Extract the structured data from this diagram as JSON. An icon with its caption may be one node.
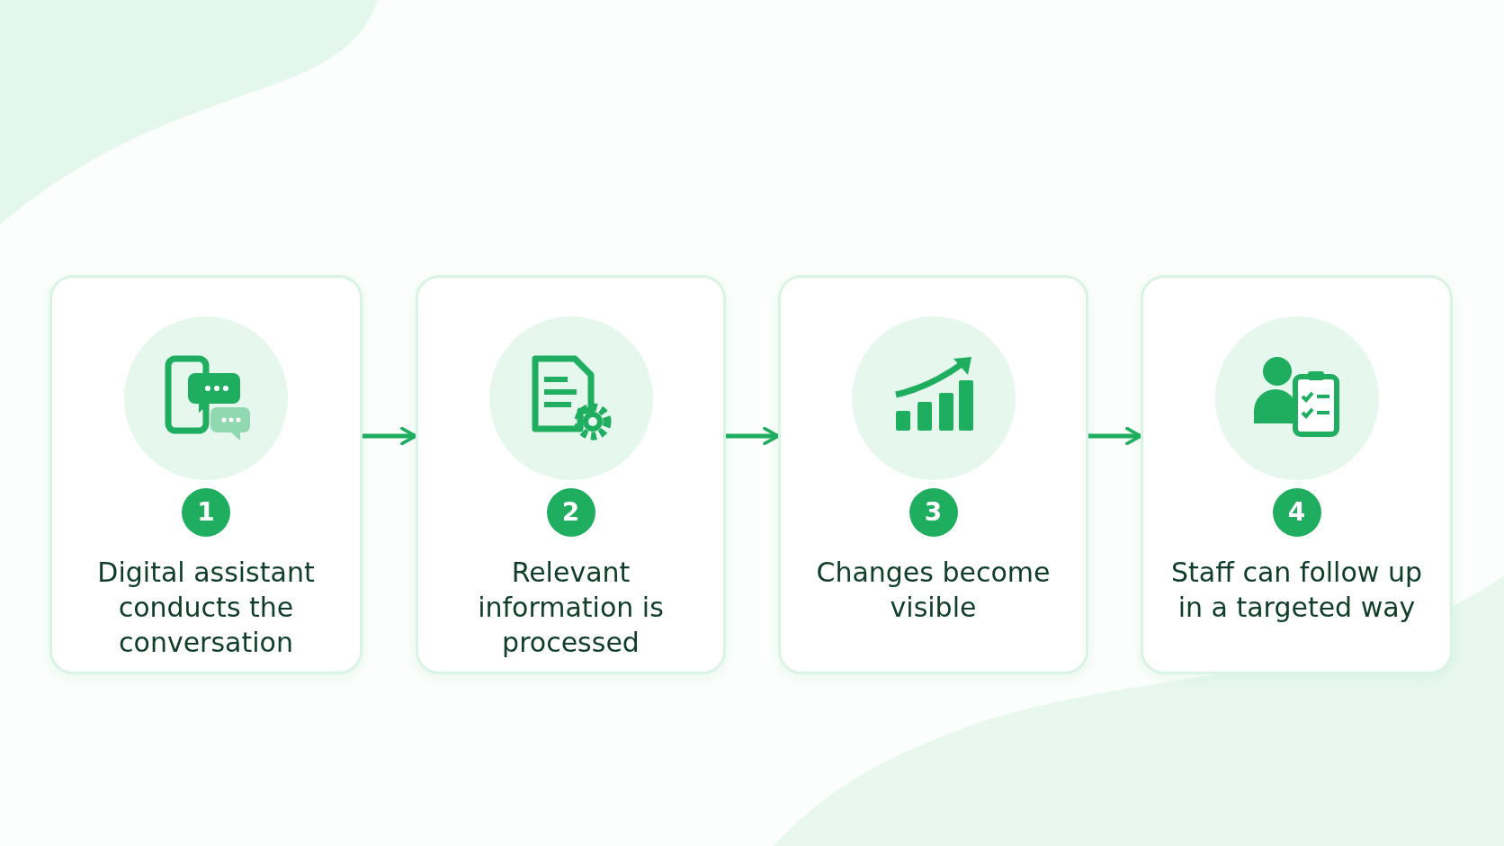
{
  "diagram": {
    "nodes": [
      {
        "text": [
          "1",
          "Digital assistant conducts the conversation"
        ]
      },
      {
        "text": [
          "2",
          "Relevant information is processed"
        ]
      },
      {
        "text": [
          "3",
          "Changes become visible"
        ]
      },
      {
        "text": [
          "4",
          "Staff can follow up in a targeted way"
        ]
      }
    ],
    "edges": [
      {
        "from": 0,
        "to": 1,
        "arrow": "to"
      },
      {
        "from": 1,
        "to": 2,
        "arrow": "to"
      },
      {
        "from": 2,
        "to": 3,
        "arrow": "to"
      }
    ]
  }
}
